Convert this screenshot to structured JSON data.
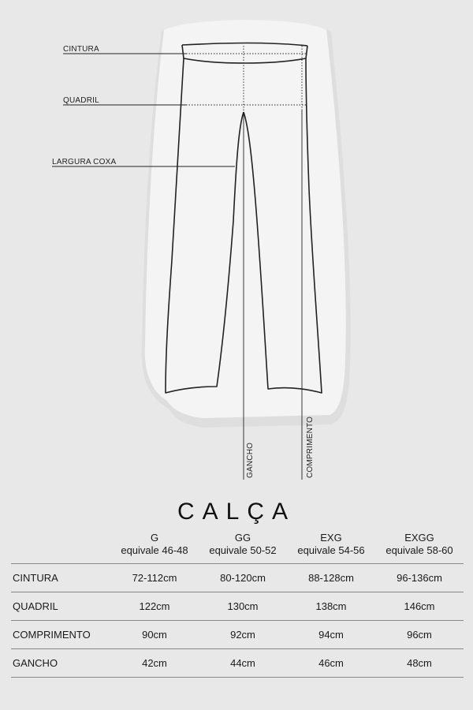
{
  "diagram": {
    "labels": {
      "waist": "CINTURA",
      "hip": "QUADRIL",
      "thigh": "LARGURA COXA",
      "rise": "GANCHO",
      "length": "COMPRIMENTO"
    }
  },
  "title": "CALÇA",
  "size_table": {
    "columns": [
      {
        "size": "G",
        "equivalence": "equivale 46-48"
      },
      {
        "size": "GG",
        "equivalence": "equivale 50-52"
      },
      {
        "size": "EXG",
        "equivalence": "equivale 54-56"
      },
      {
        "size": "EXGG",
        "equivalence": "equivale 58-60"
      }
    ],
    "rows": [
      {
        "label": "CINTURA",
        "values": [
          "72-112cm",
          "80-120cm",
          "88-128cm",
          "96-136cm"
        ]
      },
      {
        "label": "QUADRIL",
        "values": [
          "122cm",
          "130cm",
          "138cm",
          "146cm"
        ]
      },
      {
        "label": "COMPRIMENTO",
        "values": [
          "90cm",
          "92cm",
          "94cm",
          "96cm"
        ]
      },
      {
        "label": "GANCHO",
        "values": [
          "42cm",
          "44cm",
          "46cm",
          "48cm"
        ]
      }
    ]
  }
}
